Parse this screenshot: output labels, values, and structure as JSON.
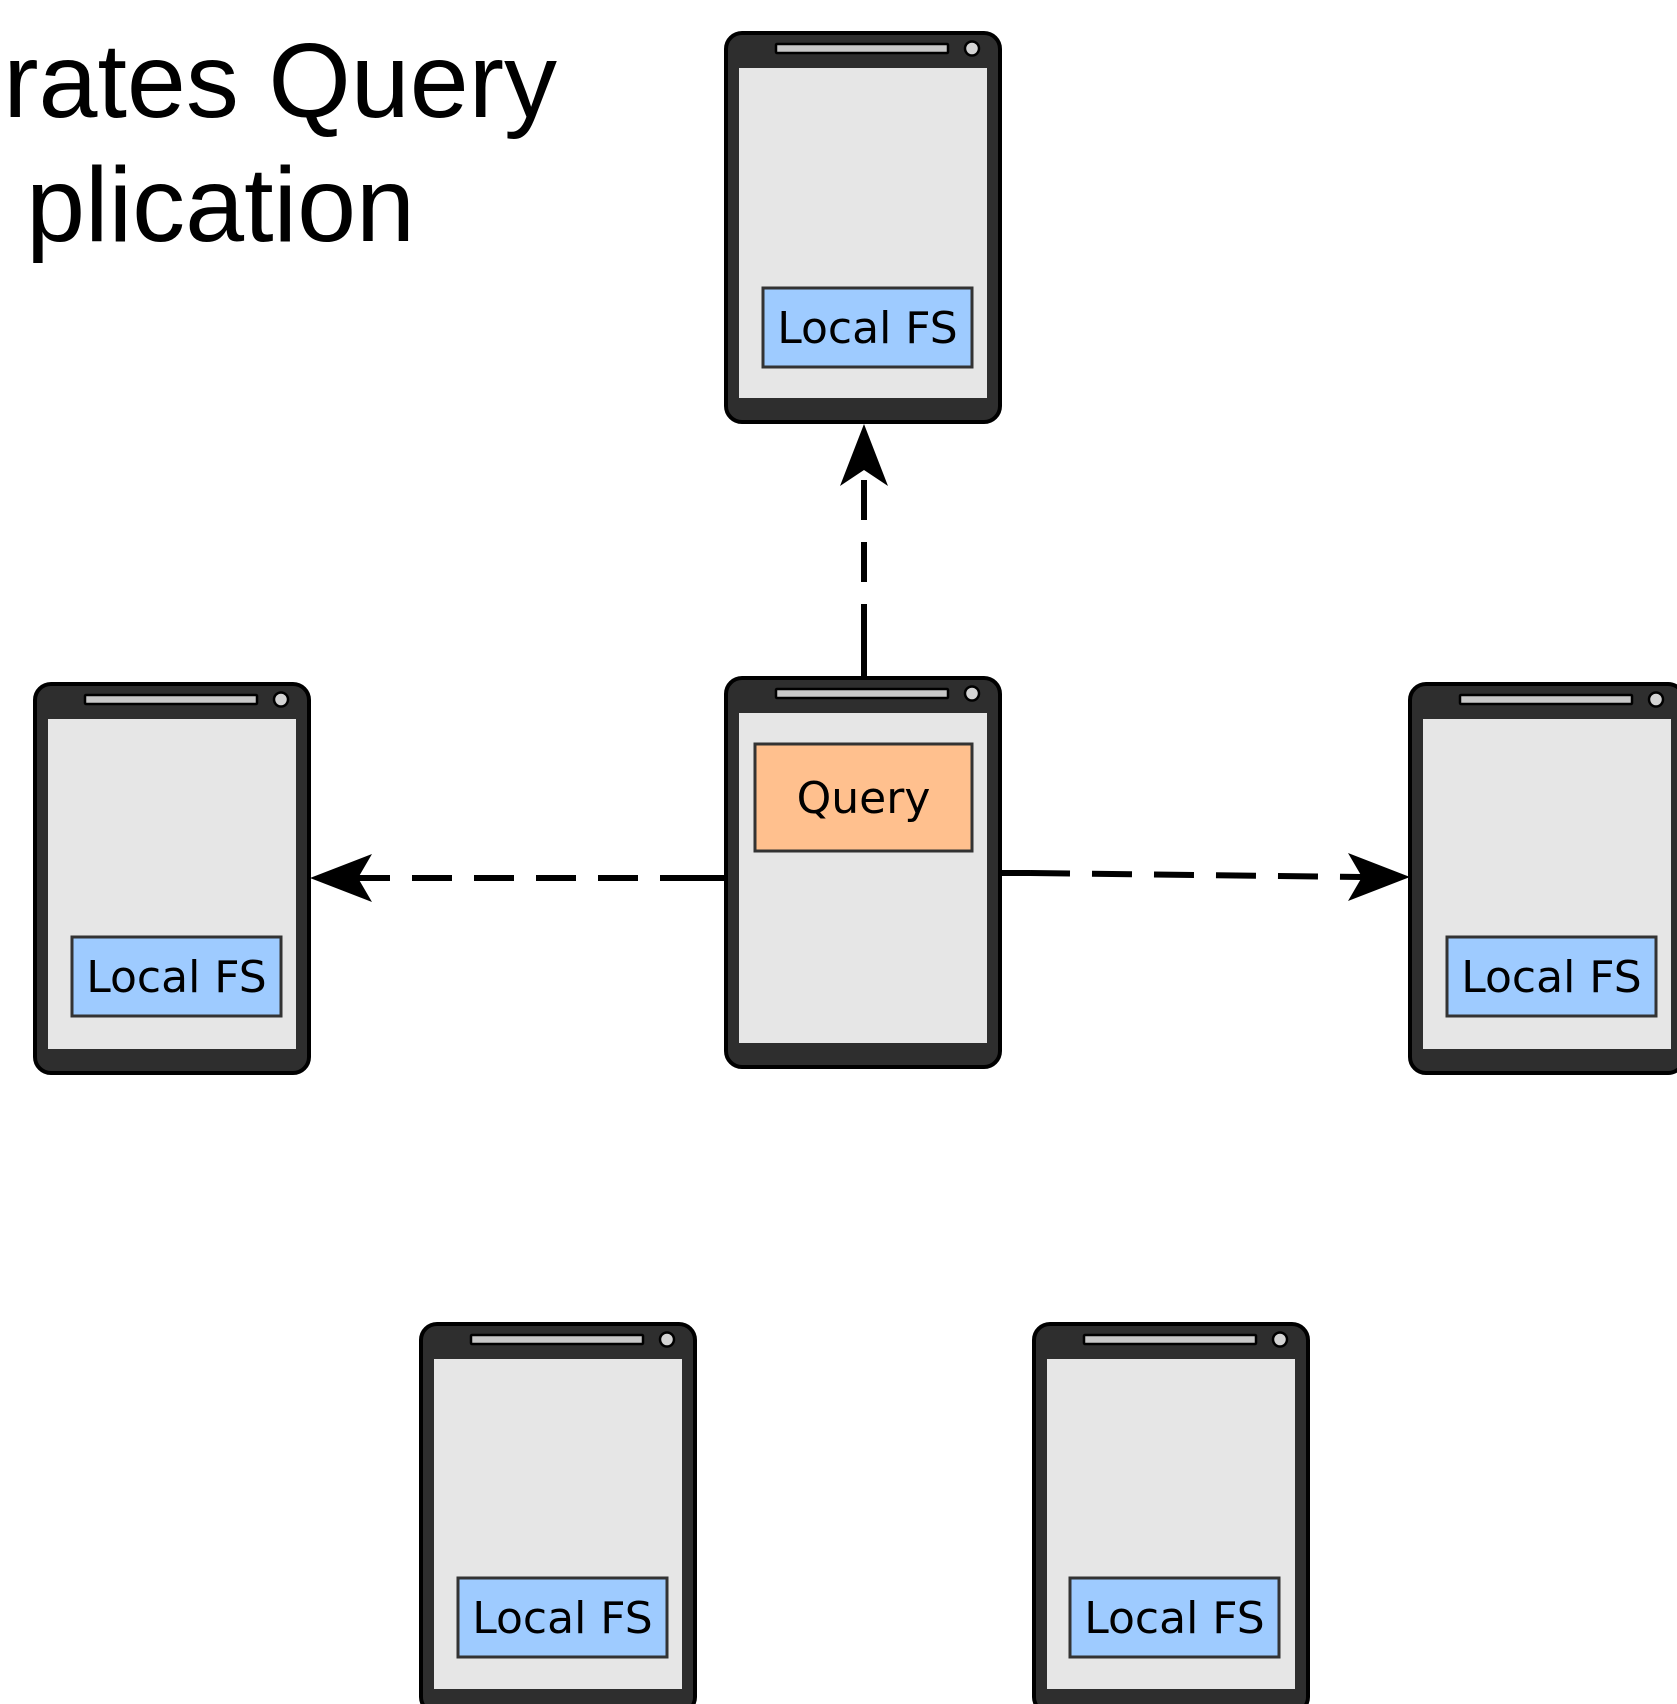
{
  "title": {
    "line1": "rates Query",
    "line2": "plication"
  },
  "nodes": {
    "top": {
      "box_label": "Local FS",
      "box_kind": "local-fs"
    },
    "left": {
      "box_label": "Local FS",
      "box_kind": "local-fs"
    },
    "center": {
      "box_label": "Query",
      "box_kind": "query"
    },
    "right": {
      "box_label": "Local FS",
      "box_kind": "local-fs"
    },
    "bottom_left": {
      "box_label": "Local FS",
      "box_kind": "local-fs"
    },
    "bottom_right": {
      "box_label": "Local FS",
      "box_kind": "local-fs"
    }
  },
  "edges": [
    {
      "from": "center",
      "to": "top",
      "style": "dashed"
    },
    {
      "from": "center",
      "to": "left",
      "style": "dashed"
    },
    {
      "from": "center",
      "to": "right",
      "style": "dashed"
    }
  ],
  "colors": {
    "device_body": "#2e2e2e",
    "device_screen": "#e6e6e6",
    "local_fs_box": "#9ecbff",
    "query_box": "#ffc08e",
    "connector": "#000000"
  }
}
